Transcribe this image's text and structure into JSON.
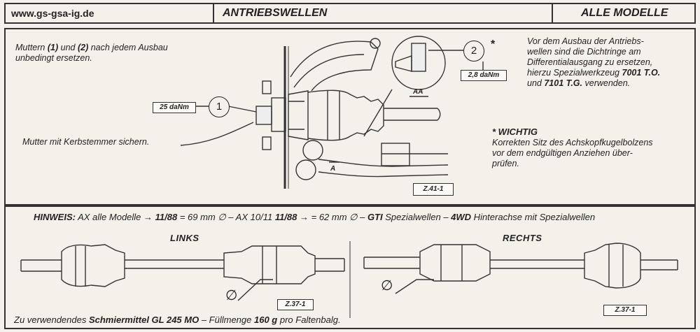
{
  "header": {
    "site": "www.gs-gsa-ig.de",
    "title": "ANTRIEBSWELLEN",
    "models": "ALLE MODELLE"
  },
  "top_left": {
    "line1_a": "Muttern ",
    "line1_b": "(1)",
    "line1_c": " und ",
    "line1_d": "(2)",
    "line1_e": " nach jedem Ausbau",
    "line2": "unbedingt ersetzen."
  },
  "secure_note": "Mutter mit Kerbstemmer sichern.",
  "callouts": {
    "c1_num": "1",
    "c1_torque": "25 daNm",
    "c2_num": "2",
    "c2_star": "*",
    "c2_torque": "2,8 daNm",
    "aa": "AA",
    "a": "A",
    "fig1": "Z.41-1"
  },
  "right_text": {
    "l1": "Vor dem Ausbau der Antriebs-",
    "l2": "wellen sind die Dichtringe am",
    "l3": "Differentialausgang zu ersetzen,",
    "l4a": "hierzu Spezialwerkzeug ",
    "l4b": "7001 T.O.",
    "l5a": "und ",
    "l5b": "7101 T.G.",
    "l5c": " verwenden."
  },
  "wichtig": {
    "title": "* WICHTIG",
    "l1": "Korrekten Sitz des Achskopfkugelbolzens",
    "l2": "vor dem endgültigen Anziehen über-",
    "l3": "prüfen."
  },
  "hinweis": {
    "label": "HINWEIS:",
    "t1": " AX alle Modelle → ",
    "t2": "11/88",
    "t3": " = 69 mm ∅ – AX 10/11 ",
    "t4": "11/88",
    "t5": " → = 62 mm ∅ – ",
    "t6": "GTI",
    "t7": " Spezialwellen – ",
    "t8": "4WD",
    "t9": " Hinterachse mit Spezialwellen"
  },
  "shafts": {
    "left_label": "LINKS",
    "right_label": "RECHTS",
    "dia": "∅",
    "fig_left": "Z.37-1",
    "fig_right": "Z.37-1"
  },
  "footer": {
    "a": "Zu verwendendes ",
    "b": "Schmiermittel GL 245 MO",
    "c": " – Füllmenge ",
    "d": "160 g",
    "e": " pro Faltenbalg."
  }
}
